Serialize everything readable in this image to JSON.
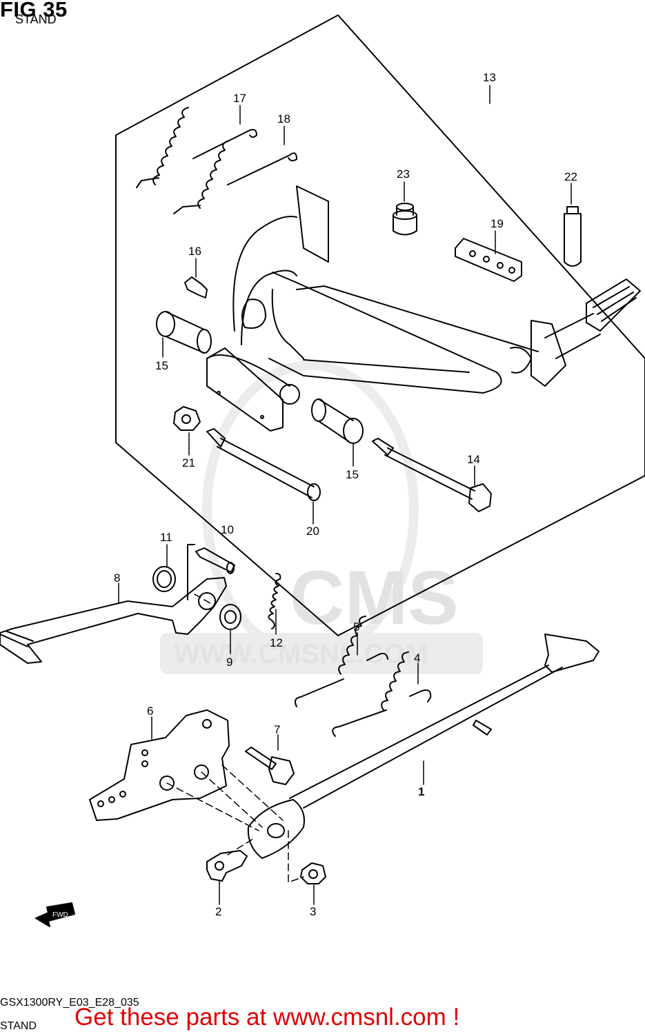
{
  "header": {
    "title": "FIG 35",
    "subtitle": "STAND"
  },
  "watermark": {
    "brand": "CMS",
    "url": "WWW.CMSNL.COM"
  },
  "direction_marker": {
    "label": "FWD"
  },
  "footer": {
    "model_code": "GSX1300RY_E03_E28_035",
    "caption": "STAND",
    "promo": "Get these parts at www.cmsnl.com !",
    "promo_color": "#e00000"
  },
  "callouts": [
    {
      "id": "1",
      "label": "1"
    },
    {
      "id": "2",
      "label": "2"
    },
    {
      "id": "3",
      "label": "3"
    },
    {
      "id": "4",
      "label": "4"
    },
    {
      "id": "5",
      "label": "5"
    },
    {
      "id": "6",
      "label": "6"
    },
    {
      "id": "7",
      "label": "7"
    },
    {
      "id": "8",
      "label": "8"
    },
    {
      "id": "9",
      "label": "9"
    },
    {
      "id": "10",
      "label": "10"
    },
    {
      "id": "11",
      "label": "11"
    },
    {
      "id": "12",
      "label": "12"
    },
    {
      "id": "13",
      "label": "13"
    },
    {
      "id": "14",
      "label": "14"
    },
    {
      "id": "15a",
      "label": "15"
    },
    {
      "id": "15b",
      "label": "15"
    },
    {
      "id": "16",
      "label": "16"
    },
    {
      "id": "17",
      "label": "17"
    },
    {
      "id": "18",
      "label": "18"
    },
    {
      "id": "19",
      "label": "19"
    },
    {
      "id": "20",
      "label": "20"
    },
    {
      "id": "21",
      "label": "21"
    },
    {
      "id": "22",
      "label": "22"
    },
    {
      "id": "23",
      "label": "23"
    }
  ]
}
